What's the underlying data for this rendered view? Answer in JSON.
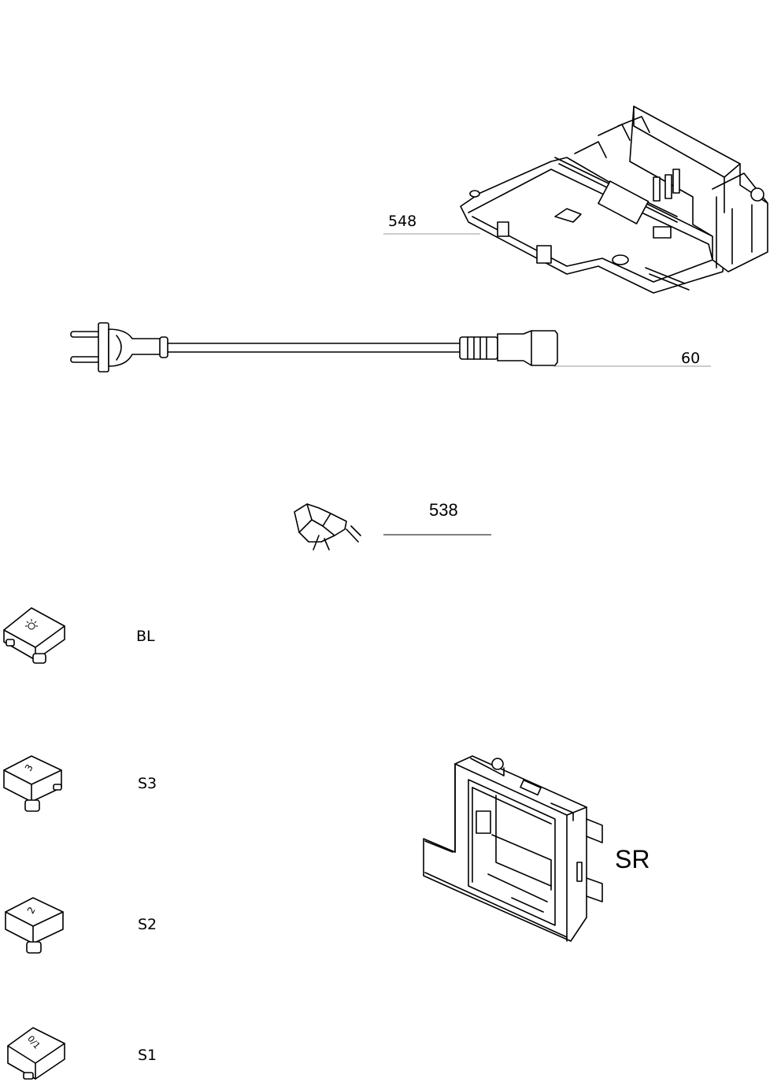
{
  "parts": [
    {
      "id": "548",
      "label": "548"
    },
    {
      "id": "60",
      "label": "60"
    },
    {
      "id": "538",
      "label": "538"
    },
    {
      "id": "BL",
      "label": "BL",
      "key_symbol": "lamp-icon"
    },
    {
      "id": "S3",
      "label": "S3",
      "key_text": "3"
    },
    {
      "id": "S2",
      "label": "S2",
      "key_text": "2"
    },
    {
      "id": "S1",
      "label": "S1",
      "key_text": "0/1"
    },
    {
      "id": "SR",
      "label": "SR"
    }
  ]
}
